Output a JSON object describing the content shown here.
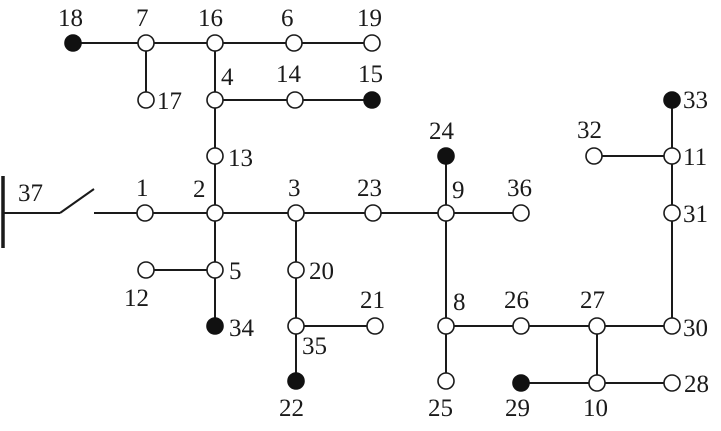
{
  "colors": {
    "line": "#1a1a1a",
    "filled_node": "#111111",
    "open_node": "#ffffff",
    "background": "#ffffff"
  },
  "source_bus": {
    "label": "37"
  },
  "nodes": [
    {
      "id": "1",
      "label": "1",
      "filled": false
    },
    {
      "id": "2",
      "label": "2",
      "filled": false
    },
    {
      "id": "3",
      "label": "3",
      "filled": false
    },
    {
      "id": "4",
      "label": "4",
      "filled": false
    },
    {
      "id": "5",
      "label": "5",
      "filled": false
    },
    {
      "id": "6",
      "label": "6",
      "filled": false
    },
    {
      "id": "7",
      "label": "7",
      "filled": false
    },
    {
      "id": "8",
      "label": "8",
      "filled": false
    },
    {
      "id": "9",
      "label": "9",
      "filled": false
    },
    {
      "id": "10",
      "label": "10",
      "filled": false
    },
    {
      "id": "11",
      "label": "11",
      "filled": false
    },
    {
      "id": "12",
      "label": "12",
      "filled": false
    },
    {
      "id": "13",
      "label": "13",
      "filled": false
    },
    {
      "id": "14",
      "label": "14",
      "filled": false
    },
    {
      "id": "15",
      "label": "15",
      "filled": true
    },
    {
      "id": "16",
      "label": "16",
      "filled": false
    },
    {
      "id": "17",
      "label": "17",
      "filled": false
    },
    {
      "id": "18",
      "label": "18",
      "filled": true
    },
    {
      "id": "19",
      "label": "19",
      "filled": false
    },
    {
      "id": "20",
      "label": "20",
      "filled": false
    },
    {
      "id": "21",
      "label": "21",
      "filled": false
    },
    {
      "id": "22",
      "label": "22",
      "filled": true
    },
    {
      "id": "23",
      "label": "23",
      "filled": false
    },
    {
      "id": "24",
      "label": "24",
      "filled": true
    },
    {
      "id": "25",
      "label": "25",
      "filled": false
    },
    {
      "id": "26",
      "label": "26",
      "filled": false
    },
    {
      "id": "27",
      "label": "27",
      "filled": false
    },
    {
      "id": "28",
      "label": "28",
      "filled": false
    },
    {
      "id": "29",
      "label": "29",
      "filled": true
    },
    {
      "id": "30",
      "label": "30",
      "filled": false
    },
    {
      "id": "31",
      "label": "31",
      "filled": false
    },
    {
      "id": "32",
      "label": "32",
      "filled": false
    },
    {
      "id": "33",
      "label": "33",
      "filled": true
    },
    {
      "id": "34",
      "label": "34",
      "filled": true
    },
    {
      "id": "35",
      "label": "35",
      "filled": false
    },
    {
      "id": "36",
      "label": "36",
      "filled": false
    }
  ],
  "edges": [
    [
      "37",
      "1"
    ],
    [
      "1",
      "2"
    ],
    [
      "2",
      "3"
    ],
    [
      "3",
      "23"
    ],
    [
      "23",
      "9"
    ],
    [
      "9",
      "36"
    ],
    [
      "2",
      "13"
    ],
    [
      "13",
      "4"
    ],
    [
      "4",
      "16"
    ],
    [
      "4",
      "14"
    ],
    [
      "14",
      "15"
    ],
    [
      "18",
      "7"
    ],
    [
      "7",
      "16"
    ],
    [
      "16",
      "6"
    ],
    [
      "6",
      "19"
    ],
    [
      "7",
      "17"
    ],
    [
      "2",
      "5"
    ],
    [
      "5",
      "34"
    ],
    [
      "12",
      "5"
    ],
    [
      "3",
      "20"
    ],
    [
      "20",
      "35"
    ],
    [
      "35",
      "21"
    ],
    [
      "35",
      "22"
    ],
    [
      "24",
      "9"
    ],
    [
      "9",
      "8"
    ],
    [
      "8",
      "25"
    ],
    [
      "8",
      "26"
    ],
    [
      "26",
      "27"
    ],
    [
      "27",
      "30"
    ],
    [
      "27",
      "10"
    ],
    [
      "29",
      "10"
    ],
    [
      "10",
      "28"
    ],
    [
      "30",
      "31"
    ],
    [
      "31",
      "11"
    ],
    [
      "11",
      "33"
    ],
    [
      "32",
      "11"
    ]
  ]
}
